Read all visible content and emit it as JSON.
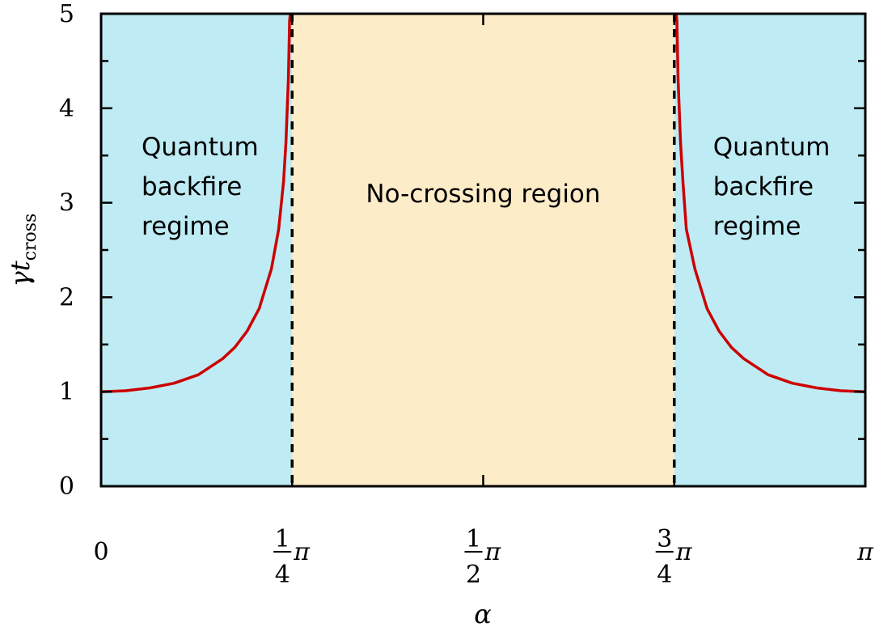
{
  "chart_data": {
    "type": "line",
    "title": "",
    "xlabel": "α",
    "ylabel": "γt",
    "ylabel_subscript": "cross",
    "xlim": [
      0,
      3.14159265
    ],
    "ylim": [
      0,
      5
    ],
    "grid": false,
    "legend": null,
    "x_ticks": [
      {
        "value": 0,
        "label": "0",
        "numerator": "",
        "denominator": "",
        "suffix": ""
      },
      {
        "value": 0.78539816,
        "label": "1/4 π",
        "numerator": "1",
        "denominator": "4",
        "suffix": "π"
      },
      {
        "value": 1.57079633,
        "label": "1/2 π",
        "numerator": "1",
        "denominator": "2",
        "suffix": "π"
      },
      {
        "value": 2.35619449,
        "label": "3/4 π",
        "numerator": "3",
        "denominator": "4",
        "suffix": "π"
      },
      {
        "value": 3.14159265,
        "label": "π",
        "numerator": "",
        "denominator": "",
        "suffix": ""
      }
    ],
    "y_ticks": [
      0,
      1,
      2,
      3,
      4,
      5
    ],
    "y_minor_ticks": [
      0.5,
      1.5,
      2.5,
      3.5,
      4.5
    ],
    "regions": [
      {
        "name": "quantum-backfire-left",
        "x_range": [
          0,
          0.78539816
        ],
        "color": "#bfebf4",
        "label_lines": [
          "Quantum",
          "backfire",
          "regime"
        ]
      },
      {
        "name": "no-crossing",
        "x_range": [
          0.78539816,
          2.35619449
        ],
        "color": "#fdecc8",
        "label_lines": [
          "No-crossing region"
        ]
      },
      {
        "name": "quantum-backfire-right",
        "x_range": [
          2.35619449,
          3.14159265
        ],
        "color": "#bfebf4",
        "label_lines": [
          "Quantum",
          "backfire",
          "regime"
        ]
      }
    ],
    "boundaries": [
      0.78539816,
      2.35619449
    ],
    "series": [
      {
        "name": "gamma-t-cross",
        "color": "#cc0000",
        "segments": [
          {
            "x": [
              0,
              0.1,
              0.2,
              0.3,
              0.4,
              0.5,
              0.55,
              0.6,
              0.65,
              0.7,
              0.73,
              0.75,
              0.76,
              0.77,
              0.775,
              0.778
            ],
            "y": [
              1.0,
              1.01,
              1.04,
              1.09,
              1.18,
              1.35,
              1.47,
              1.64,
              1.88,
              2.3,
              2.72,
              3.22,
              3.64,
              4.31,
              4.93,
              5.0
            ]
          },
          {
            "x": [
              2.364,
              2.367,
              2.372,
              2.382,
              2.392,
              2.406,
              2.441,
              2.491,
              2.541,
              2.591,
              2.642,
              2.742,
              2.842,
              2.942,
              3.042,
              3.14159265
            ],
            "y": [
              5.0,
              4.93,
              4.31,
              3.64,
              3.22,
              2.72,
              2.3,
              1.88,
              1.64,
              1.47,
              1.35,
              1.18,
              1.09,
              1.04,
              1.01,
              1.0
            ]
          }
        ]
      }
    ]
  }
}
